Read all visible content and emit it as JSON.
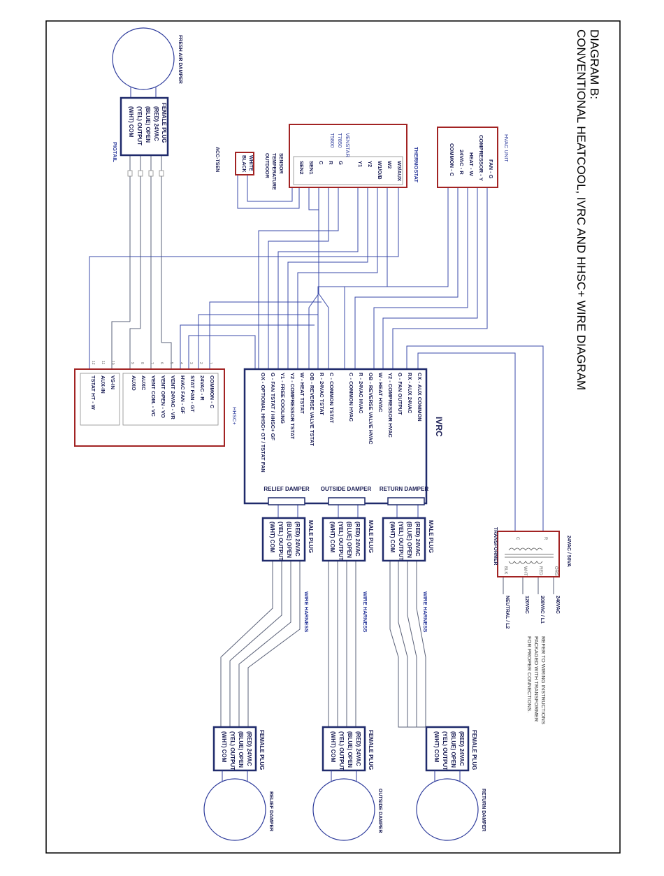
{
  "title": {
    "line1": "DIAGRAM B:",
    "line2": "CONVENTIONAL HEATCOOL, IVRC AND HHSC+ WIRE DIAGRAM"
  },
  "fresh_air": {
    "damper_label": "FRESH AIR DAMPER",
    "plug_title": "FEMALE PLUG",
    "plug_lines": [
      "(RED) 24VAC",
      "(BLUE) OPEN",
      "(YEL) OUTPUT",
      "(WHT) COM"
    ],
    "pigtail": "PIGTAIL"
  },
  "sensor": {
    "label": [
      "SENSOR",
      "TEMPERATURE",
      "OUTDOOR"
    ],
    "model": "ACC-TSEN",
    "wires": [
      "WHITE",
      "BLACK"
    ]
  },
  "thermostat": {
    "label": "THERMOSTAT",
    "brand": [
      "VENSTAR",
      "T7850",
      "T5800"
    ],
    "terminals": [
      "W3/AUX",
      "W2",
      "W1/O/B",
      "Y2",
      "Y1",
      "G",
      "R",
      "C",
      "SEN1",
      "SEN2"
    ]
  },
  "hvac_unit": {
    "label": "HVAC UNIT",
    "terminals": [
      "FAN - G",
      "COMPRESSOR - Y",
      "HEAT - W",
      "24VAC - R",
      "COMMON - C"
    ]
  },
  "hhsc": {
    "label": "HHSC+",
    "group1": [
      "COMMON - C",
      "24VAC - R",
      "STAT FAN - GT",
      "HVAC FAN - GF",
      "VENT 24VAC - VR",
      "VENT OPEN - VO",
      "VENT COM. - VC",
      "AUXC",
      "AUXO"
    ],
    "group2": [
      "VS-IN",
      "AUX-IN",
      "TSTAT HT - W"
    ]
  },
  "ivrc": {
    "label": "IVRC",
    "terminals": [
      "CX - AUX COMMON",
      "RX - AUX 24VAC",
      "G - FAN OUTPUT",
      "Y2 - COMPRESSOR HVAC",
      "W - HEAT HVAC",
      "OB - REVERSE VALVE HVAC",
      "R - 24VAC HVAC",
      "C - COMMON HVAC",
      "C - COMMON TSTAT",
      "R - 24VAC TSTAT",
      "OB - REVERSE VALVE TSTAT",
      "W - HEAT TSTAT",
      "Y2 - COMPRESSOR TSTAT",
      "Y1 - FREE COOLING",
      "G - FAN TSTAT / HHSC+ GF",
      "GX - OPTIONAL HHSC+ GT / TSTAT FAN"
    ],
    "dampers": [
      "RETURN DAMPER",
      "OUTSIDE DAMPER",
      "RELIEF DAMPER"
    ]
  },
  "male_plugs": {
    "title": "MALE PLUG",
    "lines": [
      "(RED) 24VAC",
      "(BLUE) OPEN",
      "(YEL) OUTPUT",
      "(WHT) COM"
    ],
    "harness": "WIRE HARNESS"
  },
  "female_plugs": {
    "title": "FEMALE PLUG",
    "lines": [
      "(RED) 24VAC",
      "(BLUE) OPEN",
      "(YEL) OUTPUT",
      "(WHT) COM"
    ]
  },
  "damper_names": [
    "RETURN DAMPER",
    "OUTSIDE DAMPER",
    "RELIEF DAMPER"
  ],
  "transformer": {
    "rating": "24VAC / 50VA",
    "label": "TRANSFORMER",
    "secondary": [
      "R",
      "C"
    ],
    "primary": [
      "ORG",
      "RED",
      "WHT",
      "BLK"
    ],
    "line_labels": [
      "240VAC",
      "208VAC / L1",
      "120VAC",
      "NEUTRAL / L2"
    ],
    "note": [
      "REFER TO WIRING INSTRUCTIONS",
      "PACKAGED WITH TRANSFORMER",
      "FOR PROPER CONNECTIONS."
    ]
  },
  "colors": {
    "navy": "#1f2a6b",
    "red": "#a22323",
    "wire": "#3a4aa8"
  }
}
